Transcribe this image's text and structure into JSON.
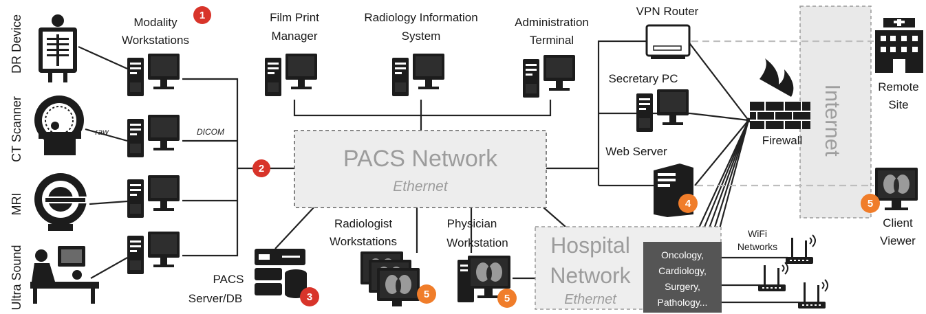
{
  "devices": {
    "dr": "DR Device",
    "ct": "CT Scanner",
    "mri": "MRI",
    "us": "Ultra Sound"
  },
  "labels": {
    "modality_line1": "Modality",
    "modality_line2": "Workstations",
    "raw": "raw",
    "dicom": "DICOM",
    "film_line1": "Film Print",
    "film_line2": "Manager",
    "ris_line1": "Radiology Information",
    "ris_line2": "System",
    "admin_line1": "Administration",
    "admin_line2": "Terminal",
    "vpn": "VPN Router",
    "secretary": "Secretary PC",
    "web": "Web Server",
    "firewall": "Firewall",
    "internet": "Internet",
    "remote_line1": "Remote",
    "remote_line2": "Site",
    "client_line1": "Client",
    "client_line2": "Viewer",
    "pacs_server_line1": "PACS",
    "pacs_server_line2": "Server/DB",
    "radiologist_line1": "Radiologist",
    "radiologist_line2": "Workstations",
    "physician_line1": "Physician",
    "physician_line2": "Workstation",
    "wifi_line1": "WiFi",
    "wifi_line2": "Networks"
  },
  "pacs_network": {
    "title": "PACS Network",
    "subtitle": "Ethernet"
  },
  "hospital_network": {
    "line1": "Hospital",
    "line2": "Network",
    "subtitle": "Ethernet"
  },
  "departments": [
    "Oncology,",
    "Cardiology,",
    "Surgery,",
    "Pathology..."
  ],
  "badges": {
    "b1": "1",
    "b2": "2",
    "b3": "3",
    "b4": "4",
    "b5_radiologist": "5",
    "b5_physician": "5",
    "b5_client": "5"
  },
  "colors": {
    "badge_red": "#d8342a",
    "badge_orange": "#f07d2a",
    "dept_box": "#555555"
  }
}
